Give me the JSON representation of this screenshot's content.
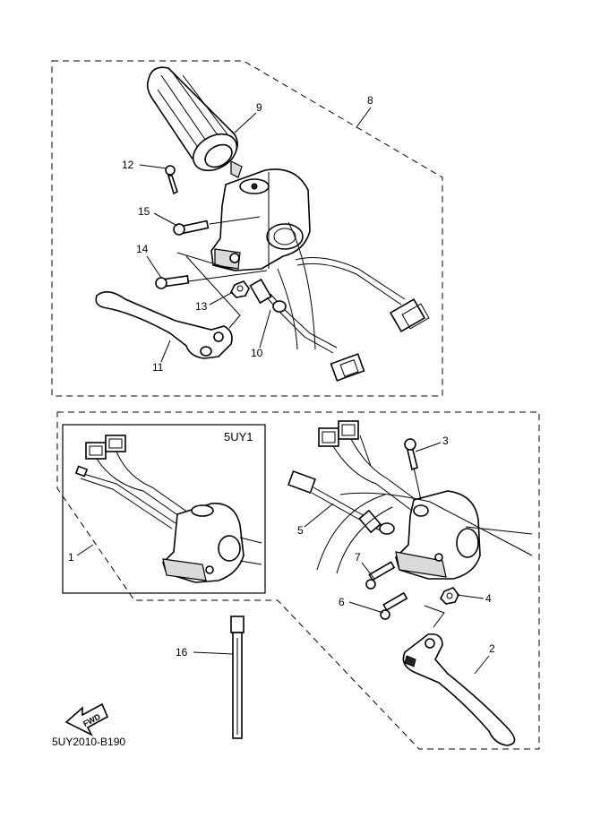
{
  "diagram": {
    "code": "5UY2010-B190",
    "inset_label": "5UY1",
    "fwd_label": "FWD",
    "callouts": [
      "1",
      "2",
      "3",
      "4",
      "5",
      "6",
      "7",
      "8",
      "9",
      "10",
      "11",
      "12",
      "13",
      "14",
      "15",
      "16"
    ]
  }
}
